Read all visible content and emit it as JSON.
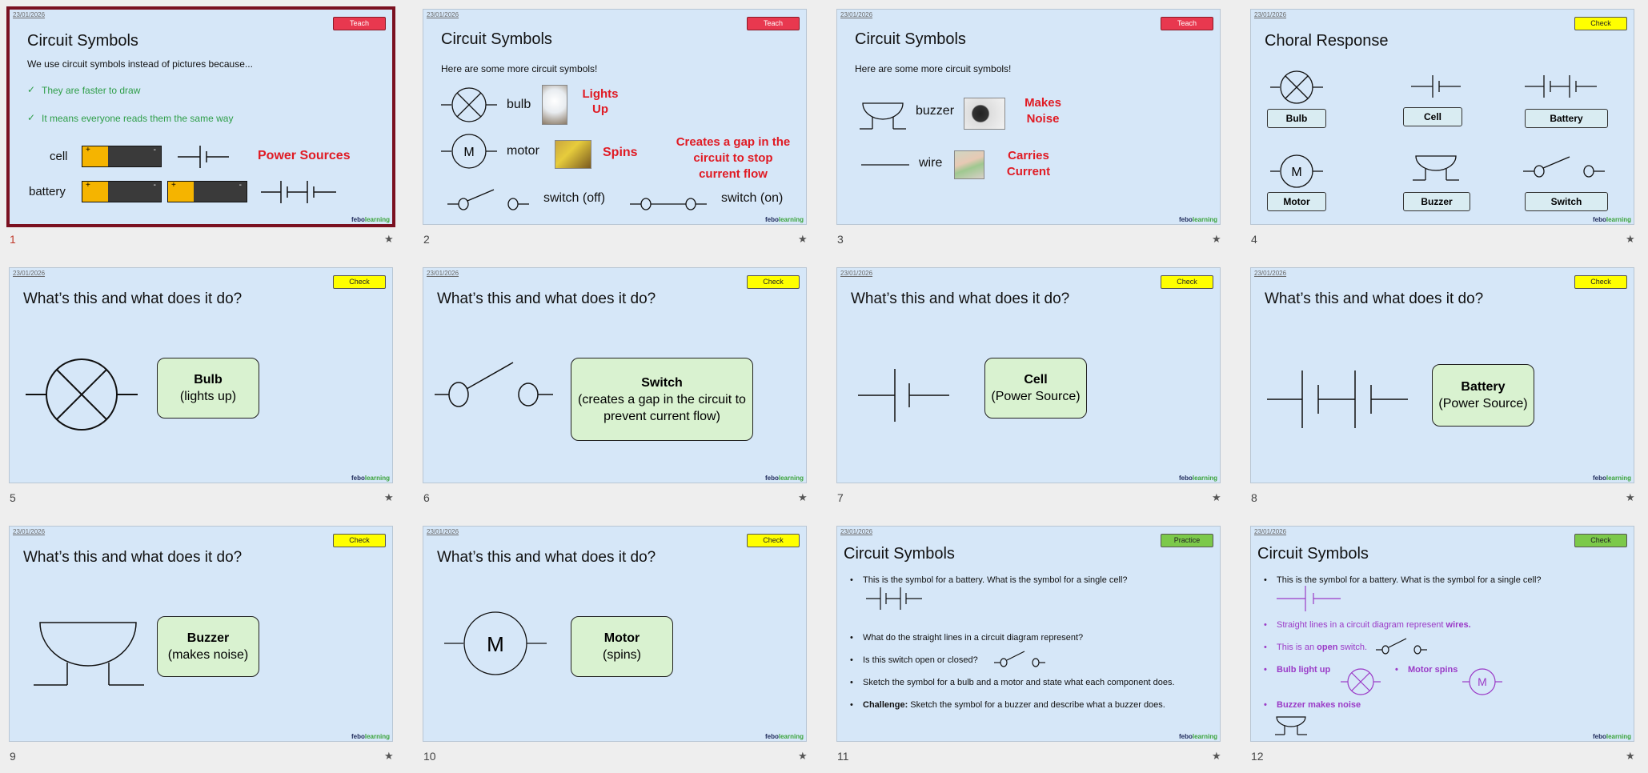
{
  "footer": {
    "part1": "febo",
    "part2": "learning"
  },
  "slides": [
    {
      "num": "1",
      "date": "23/01/2026",
      "badge": "Teach",
      "title": "Circuit Symbols",
      "intro": "We use circuit symbols instead of pictures because...",
      "point1": "They are faster to draw",
      "point2": "It means everyone reads them the same way",
      "cell_label": "cell",
      "battery_label": "battery",
      "power_sources": "Power Sources",
      "plus": "+",
      "minus": "-"
    },
    {
      "num": "2",
      "date": "23/01/2026",
      "badge": "Teach",
      "title": "Circuit Symbols",
      "intro": "Here are some more circuit symbols!",
      "bulb": "bulb",
      "lights_up": "Lights Up",
      "motor": "motor",
      "spins": "Spins",
      "gap": "Creates a gap in the circuit to stop current flow",
      "switch_off": "switch (off)",
      "switch_on": "switch (on)",
      "m": "M"
    },
    {
      "num": "3",
      "date": "23/01/2026",
      "badge": "Teach",
      "title": "Circuit Symbols",
      "intro": "Here are some more circuit symbols!",
      "buzzer": "buzzer",
      "makes_noise": "Makes Noise",
      "wire": "wire",
      "carries": "Carries Current"
    },
    {
      "num": "4",
      "date": "23/01/2026",
      "badge": "Check",
      "title": "Choral Response",
      "labels": [
        "Bulb",
        "Cell",
        "Battery",
        "Motor",
        "Buzzer",
        "Switch"
      ],
      "m": "M"
    },
    {
      "num": "5",
      "date": "23/01/2026",
      "badge": "Check",
      "title": "What’s this and what does it do?",
      "answer_title": "Bulb",
      "answer_sub": "(lights up)"
    },
    {
      "num": "6",
      "date": "23/01/2026",
      "badge": "Check",
      "title": "What’s this and what does it do?",
      "answer_title": "Switch",
      "answer_sub": "(creates a gap in the circuit to prevent current flow)"
    },
    {
      "num": "7",
      "date": "23/01/2026",
      "badge": "Check",
      "title": "What’s this and what does it do?",
      "answer_title": "Cell",
      "answer_sub": "(Power Source)"
    },
    {
      "num": "8",
      "date": "23/01/2026",
      "badge": "Check",
      "title": "What’s this and what does it do?",
      "answer_title": "Battery",
      "answer_sub": "(Power Source)"
    },
    {
      "num": "9",
      "date": "23/01/2026",
      "badge": "Check",
      "title": "What’s this and what does it do?",
      "answer_title": "Buzzer",
      "answer_sub": "(makes noise)"
    },
    {
      "num": "10",
      "date": "23/01/2026",
      "badge": "Check",
      "title": "What’s this and what does it do?",
      "answer_title": "Motor",
      "answer_sub": "(spins)",
      "m": "M"
    },
    {
      "num": "11",
      "date": "23/01/2026",
      "badge": "Practice",
      "title": "Circuit Symbols",
      "q1": "This is the symbol for a battery. What is the symbol for a single cell?",
      "q2": "What do the straight lines in a circuit diagram represent?",
      "q3": "Is this switch open or closed?",
      "q4": "Sketch the symbol for a bulb and a motor and state what each component does.",
      "q5_bold": "Challenge:",
      "q5": " Sketch the symbol for a buzzer and describe what a buzzer does."
    },
    {
      "num": "12",
      "date": "23/01/2026",
      "badge": "Check",
      "title": "Circuit Symbols",
      "q1": "This is the symbol for a battery. What is the symbol for a single cell?",
      "a2": "Straight lines in a circuit diagram represent ",
      "a2_bold": "wires.",
      "a3_pre": "This is an ",
      "a3_bold": "open",
      "a3_post": " switch.",
      "a4": "Bulb light up",
      "a5": "Motor spins",
      "a6": "Buzzer makes noise",
      "m": "M"
    }
  ],
  "colors": {
    "slide_bg": "#d6e7f8",
    "teach": "#e8384f",
    "check": "#ffff00",
    "practice": "#7cc94a",
    "red_text": "#e01b24",
    "green_text": "#2e9e48",
    "purple_text": "#9b3bc7"
  }
}
